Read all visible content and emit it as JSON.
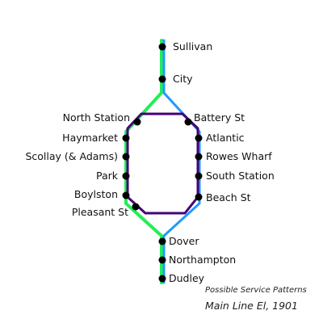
{
  "colors": {
    "green_route": "#22ee55",
    "blue_route": "#2299ff",
    "purple_route": "#440077",
    "station": "#000000",
    "background": "#ffffff"
  },
  "stations": {
    "sullivan": "Sullivan",
    "city": "City",
    "north_station": "North Station",
    "haymarket": "Haymarket",
    "scollay": "Scollay (& Adams)",
    "park": "Park",
    "boylston": "Boylston",
    "pleasant_st": "Pleasant St",
    "battery_st": "Battery St",
    "atlantic": "Atlantic",
    "rowes_wharf": "Rowes Wharf",
    "south_station": "South Station",
    "beach_st": "Beach St",
    "dover": "Dover",
    "northampton": "Northampton",
    "dudley": "Dudley"
  },
  "caption": {
    "subtitle": "Possible Service Patterns",
    "title": "Main Line El, 1901"
  }
}
